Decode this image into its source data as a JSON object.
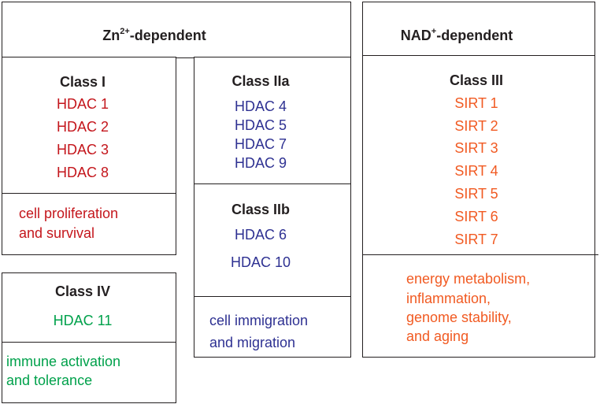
{
  "zn": {
    "title_main": "Zn",
    "title_sup": "2+",
    "title_rest": "-dependent"
  },
  "nad": {
    "title_main": "NAD",
    "title_sup": "+",
    "title_rest": "-dependent"
  },
  "class1": {
    "title": "Class I",
    "items": [
      "HDAC 1",
      "HDAC 2",
      "HDAC 3",
      "HDAC 8"
    ],
    "function": [
      "cell proliferation",
      "and survival"
    ]
  },
  "class2a": {
    "title": "Class IIa",
    "items": [
      "HDAC 4",
      "HDAC 5",
      "HDAC 7",
      "HDAC 9"
    ]
  },
  "class2b": {
    "title": "Class IIb",
    "items": [
      "HDAC 6",
      "HDAC 10"
    ],
    "function": [
      "cell immigration",
      "and migration"
    ]
  },
  "class4": {
    "title": "Class IV",
    "items": [
      "HDAC 11"
    ],
    "function": [
      "immune activation",
      "and tolerance"
    ]
  },
  "class3": {
    "title": "Class III",
    "items": [
      "SIRT 1",
      "SIRT 2",
      "SIRT 3",
      "SIRT 4",
      "SIRT 5",
      "SIRT 6",
      "SIRT 7"
    ],
    "function": [
      "energy metabolism,",
      "inflammation,",
      "genome stability,",
      "and aging"
    ]
  },
  "colors": {
    "class1": "#c4161c",
    "class2": "#2e3192",
    "class3": "#f15a22",
    "class4": "#00a14b",
    "border": "#231f20"
  }
}
